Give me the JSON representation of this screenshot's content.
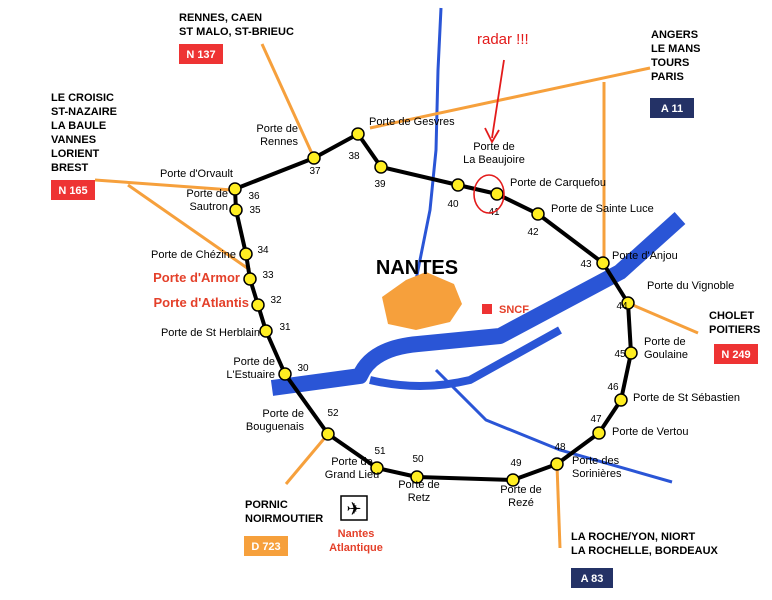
{
  "city": "NANTES",
  "station": "SNCF",
  "airport": "Nantes\nAtlantique",
  "radar_note": "radar !!!",
  "colors": {
    "ring": "#000000",
    "exit_dot": "#ffee22",
    "river": "#2a55d6",
    "radial_road": "#f6a03c",
    "label_red": "#e4402a",
    "badge_red": "#ee3333",
    "badge_navy": "#243266",
    "badge_orange": "#f6a03c",
    "city_blob": "#f6a03c",
    "station_square": "#ee3333",
    "radar_mark": "#e31b1b"
  },
  "exits": [
    {
      "num": "36",
      "label": "Porte d'Orvault"
    },
    {
      "num": "35",
      "label": "Porte de\nSautron"
    },
    {
      "num": "34",
      "label": "Porte de Chézine"
    },
    {
      "num": "33",
      "label": "Porte d'Armor"
    },
    {
      "num": "32",
      "label": "Porte d'Atlantis"
    },
    {
      "num": "31",
      "label": "Porte de St Herblain"
    },
    {
      "num": "30",
      "label": "Porte de\nL'Estuaire"
    },
    {
      "num": "52",
      "label": "Porte de\nBouguenais"
    },
    {
      "num": "51",
      "label": "Porte de\nGrand Lieu"
    },
    {
      "num": "50",
      "label": "Porte de\nRetz"
    },
    {
      "num": "49",
      "label": "Porte de\nRezé"
    },
    {
      "num": "48",
      "label": "Porte des\nSorinières"
    },
    {
      "num": "47",
      "label": "Porte de Vertou"
    },
    {
      "num": "46",
      "label": "Porte de St Sébastien"
    },
    {
      "num": "45",
      "label": "Porte de\nGoulaine"
    },
    {
      "num": "44",
      "label": "Porte du Vignoble"
    },
    {
      "num": "43",
      "label": "Porte d'Anjou"
    },
    {
      "num": "42",
      "label": "Porte de Sainte Luce"
    },
    {
      "num": "41",
      "label": "Porte de Carquefou"
    },
    {
      "num": "40",
      "label": "Porte de\nLa Beaujoire"
    },
    {
      "num": "39",
      "label": ""
    },
    {
      "num": "38",
      "label": "Porte de Gesvres"
    },
    {
      "num": "37",
      "label": "Porte de\nRennes"
    }
  ],
  "destinations": [
    {
      "id": "rennes",
      "text": "RENNES, CAEN\nST MALO, ST-BRIEUC",
      "road": "N 137",
      "badge": "red"
    },
    {
      "id": "croisic",
      "text": "LE CROISIC\nST-NAZAIRE\nLA BAULE\nVANNES\nLORIENT\nBREST",
      "road": "N 165",
      "badge": "red"
    },
    {
      "id": "angers",
      "text": "ANGERS\nLE MANS\nTOURS\nPARIS",
      "road": "A 11",
      "badge": "navy"
    },
    {
      "id": "cholet",
      "text": "CHOLET\nPOITIERS",
      "road": "N 249",
      "badge": "red"
    },
    {
      "id": "pornic",
      "text": "PORNIC\nNOIRMOUTIER",
      "road": "D 723",
      "badge": "orange"
    },
    {
      "id": "larochelle",
      "text": "LA ROCHE/YON, NIORT\nLA ROCHELLE, BORDEAUX",
      "road": "A 83",
      "badge": "navy"
    }
  ]
}
